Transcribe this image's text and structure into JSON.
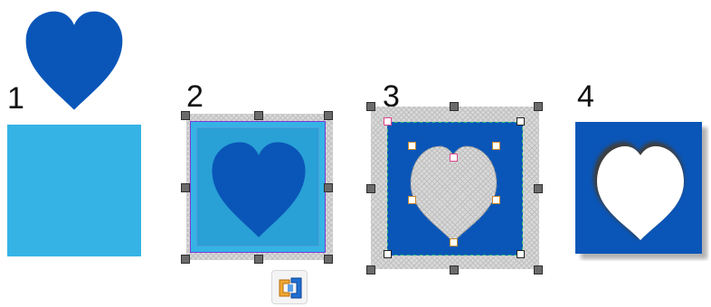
{
  "steps": {
    "step1": {
      "number": "1"
    },
    "step2": {
      "number": "2"
    },
    "step3": {
      "number": "3"
    },
    "step4": {
      "number": "4"
    }
  },
  "icons": {
    "heart": "heart-icon",
    "combine": "combine-shapes-icon"
  },
  "colors": {
    "heart_blue": "#0a56b8",
    "square_light_blue": "#35b3e5",
    "handle_gray": "#6b6b6b",
    "selection_pink": "#e0488f",
    "selection_green": "#2dbd7f",
    "node_orange": "#c8892e",
    "combine_orange": "#f0a830"
  }
}
